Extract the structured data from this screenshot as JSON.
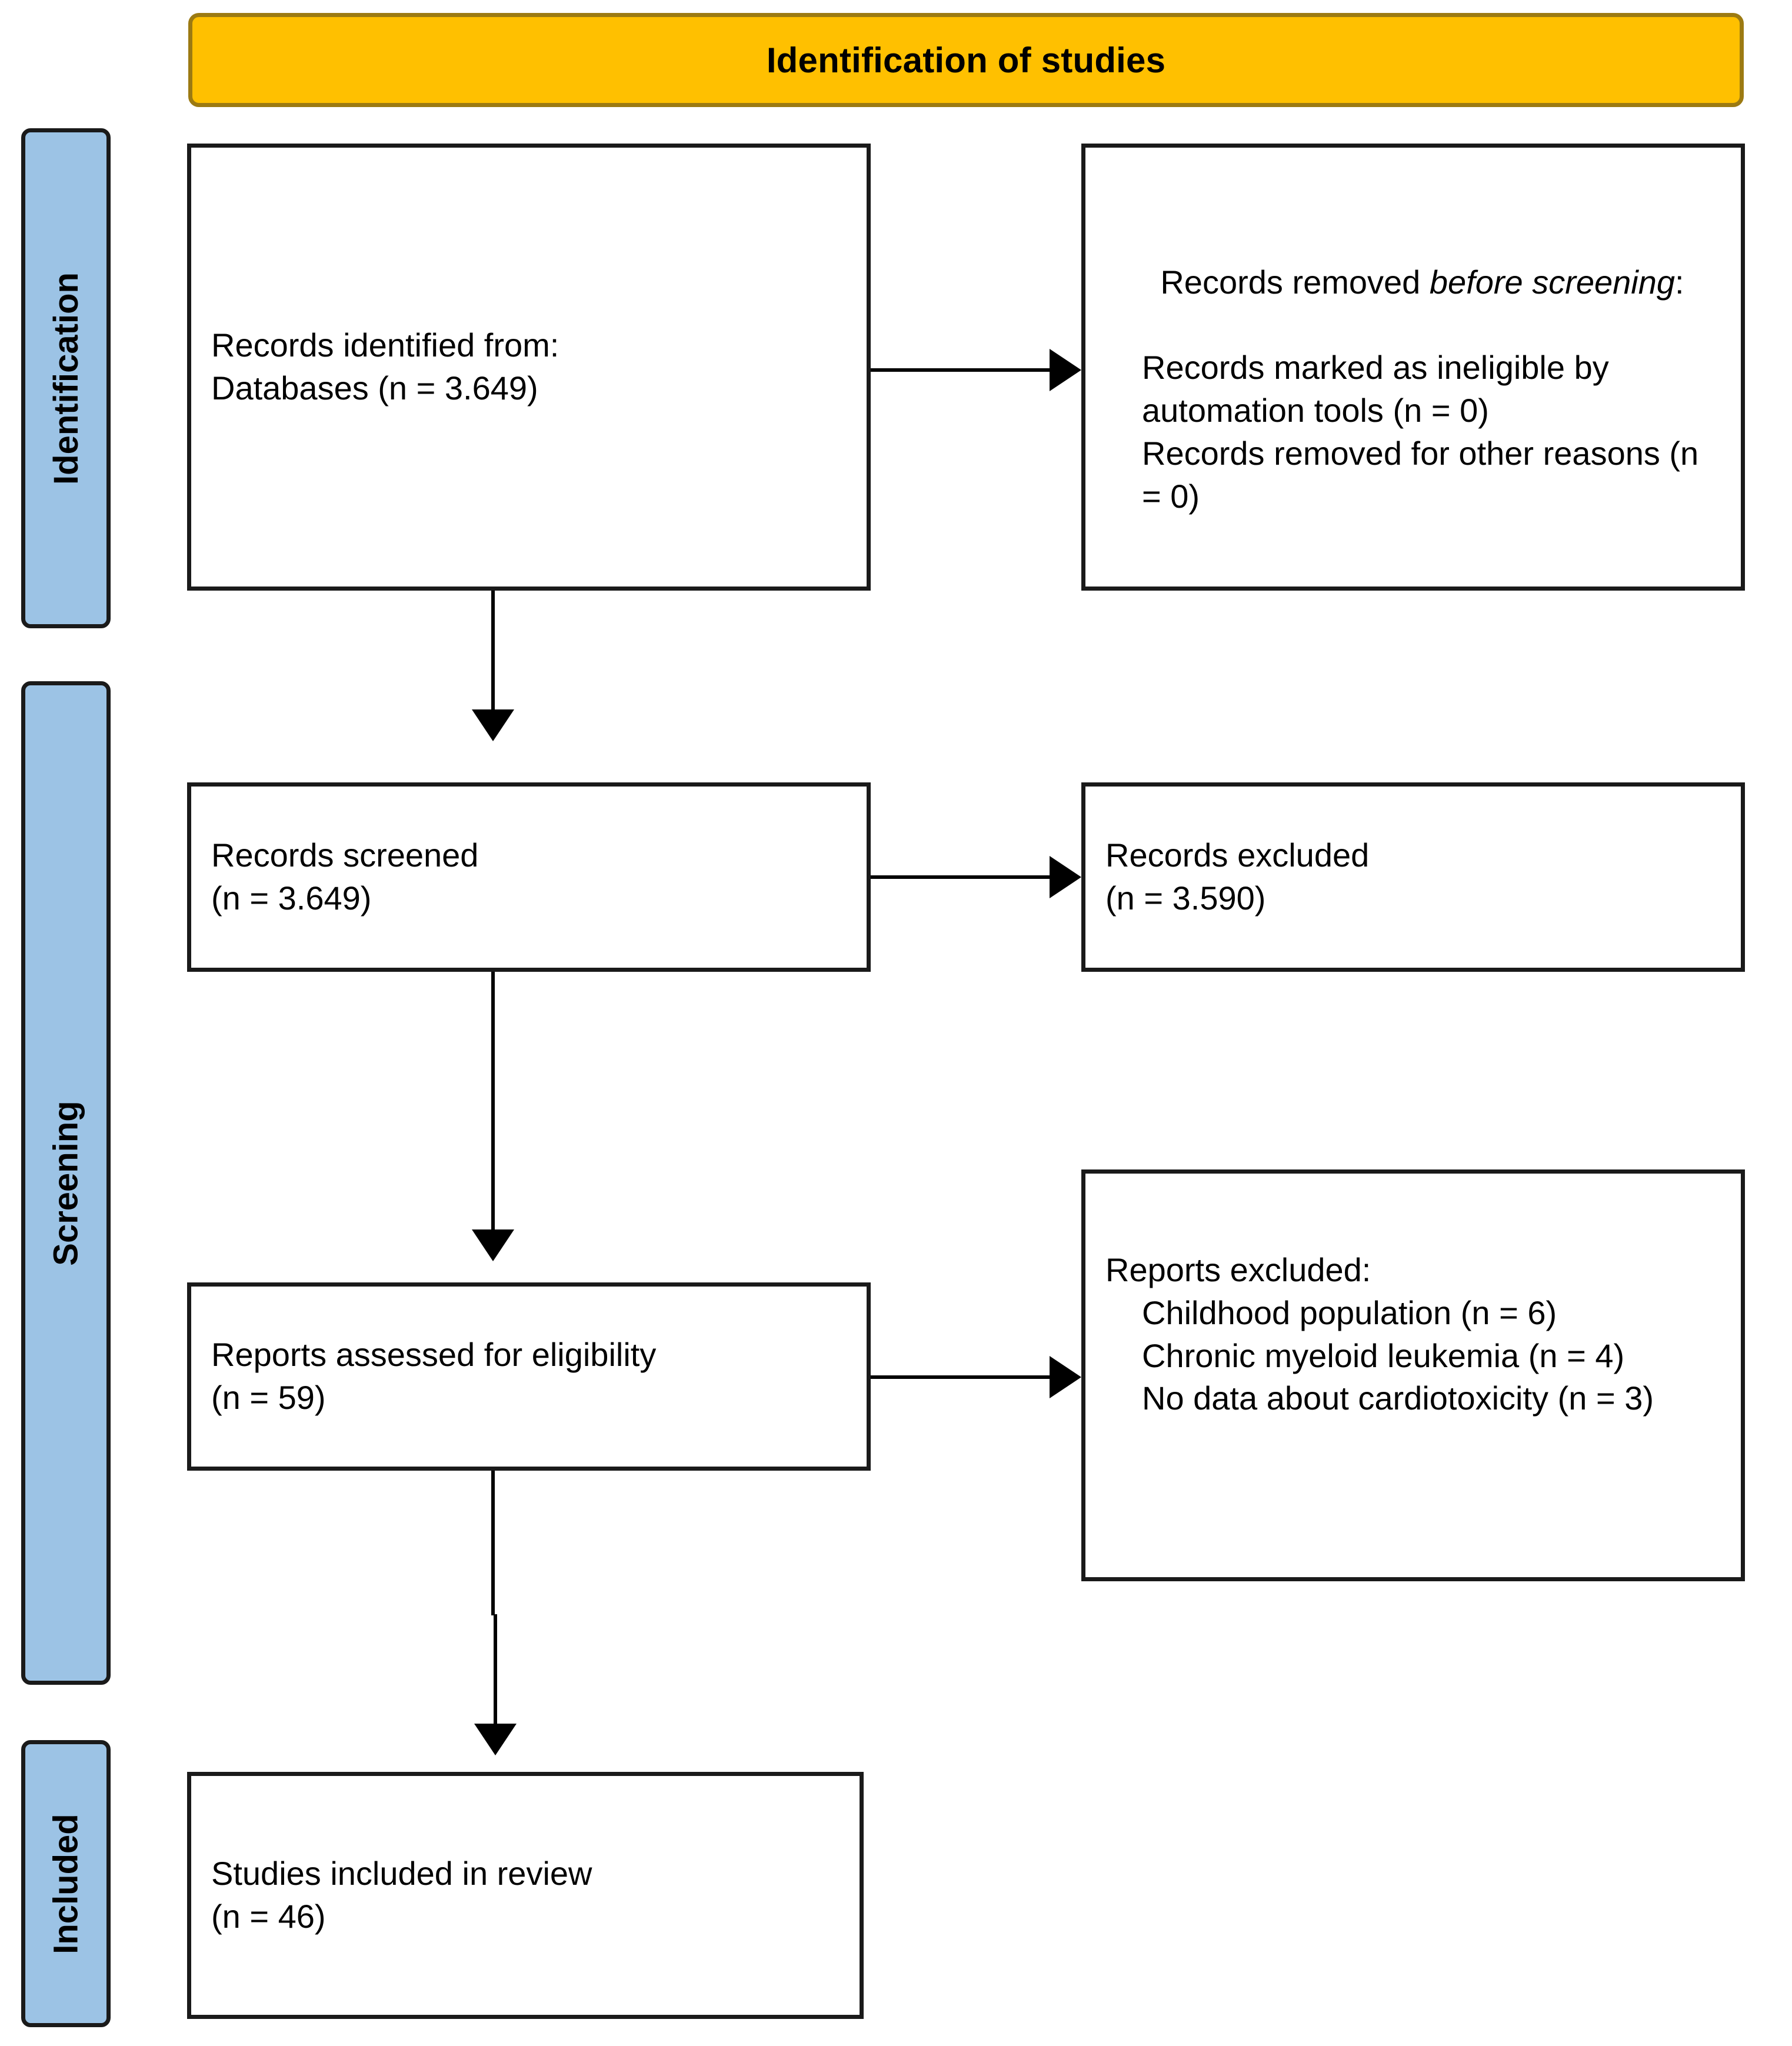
{
  "diagram": {
    "type": "prisma-flow-diagram",
    "banner": {
      "title": "Identification of studies"
    },
    "stages": [
      {
        "id": "identification",
        "label": "Identification"
      },
      {
        "id": "screening",
        "label": "Screening"
      },
      {
        "id": "included",
        "label": "Included"
      }
    ],
    "boxes": {
      "records_identified": {
        "lines": [
          "Records identified from:",
          "Databases (n = 3.649)"
        ]
      },
      "records_removed": {
        "heading_before": "Records removed ",
        "heading_italic": "before screening",
        "heading_after": ":",
        "lines": [
          "Records marked as ineligible by automation tools (n = 0)",
          "Records removed for other reasons (n = 0)"
        ]
      },
      "records_screened": {
        "lines": [
          "Records screened",
          "(n = 3.649)"
        ]
      },
      "records_excluded": {
        "lines": [
          "Records excluded",
          "(n = 3.590)"
        ]
      },
      "reports_assessed": {
        "lines": [
          "Reports assessed for eligibility",
          "(n = 59)"
        ]
      },
      "reports_excluded": {
        "heading": "Reports excluded:",
        "lines": [
          "Childhood population (n = 6)",
          "Chronic myeloid leukemia (n = 4)",
          "No data about cardiotoxicity (n = 3)"
        ]
      },
      "studies_included": {
        "lines": [
          "Studies included in review",
          "(n = 46)"
        ]
      }
    },
    "colors": {
      "banner_fill": "#FFC000",
      "banner_border": "#9C7A12",
      "rail_fill": "#9CC3E5",
      "rail_border": "#1A1A1A",
      "box_border": "#1A1A1A",
      "box_fill": "#FFFFFF",
      "connector": "#000000",
      "text": "#000000"
    }
  }
}
